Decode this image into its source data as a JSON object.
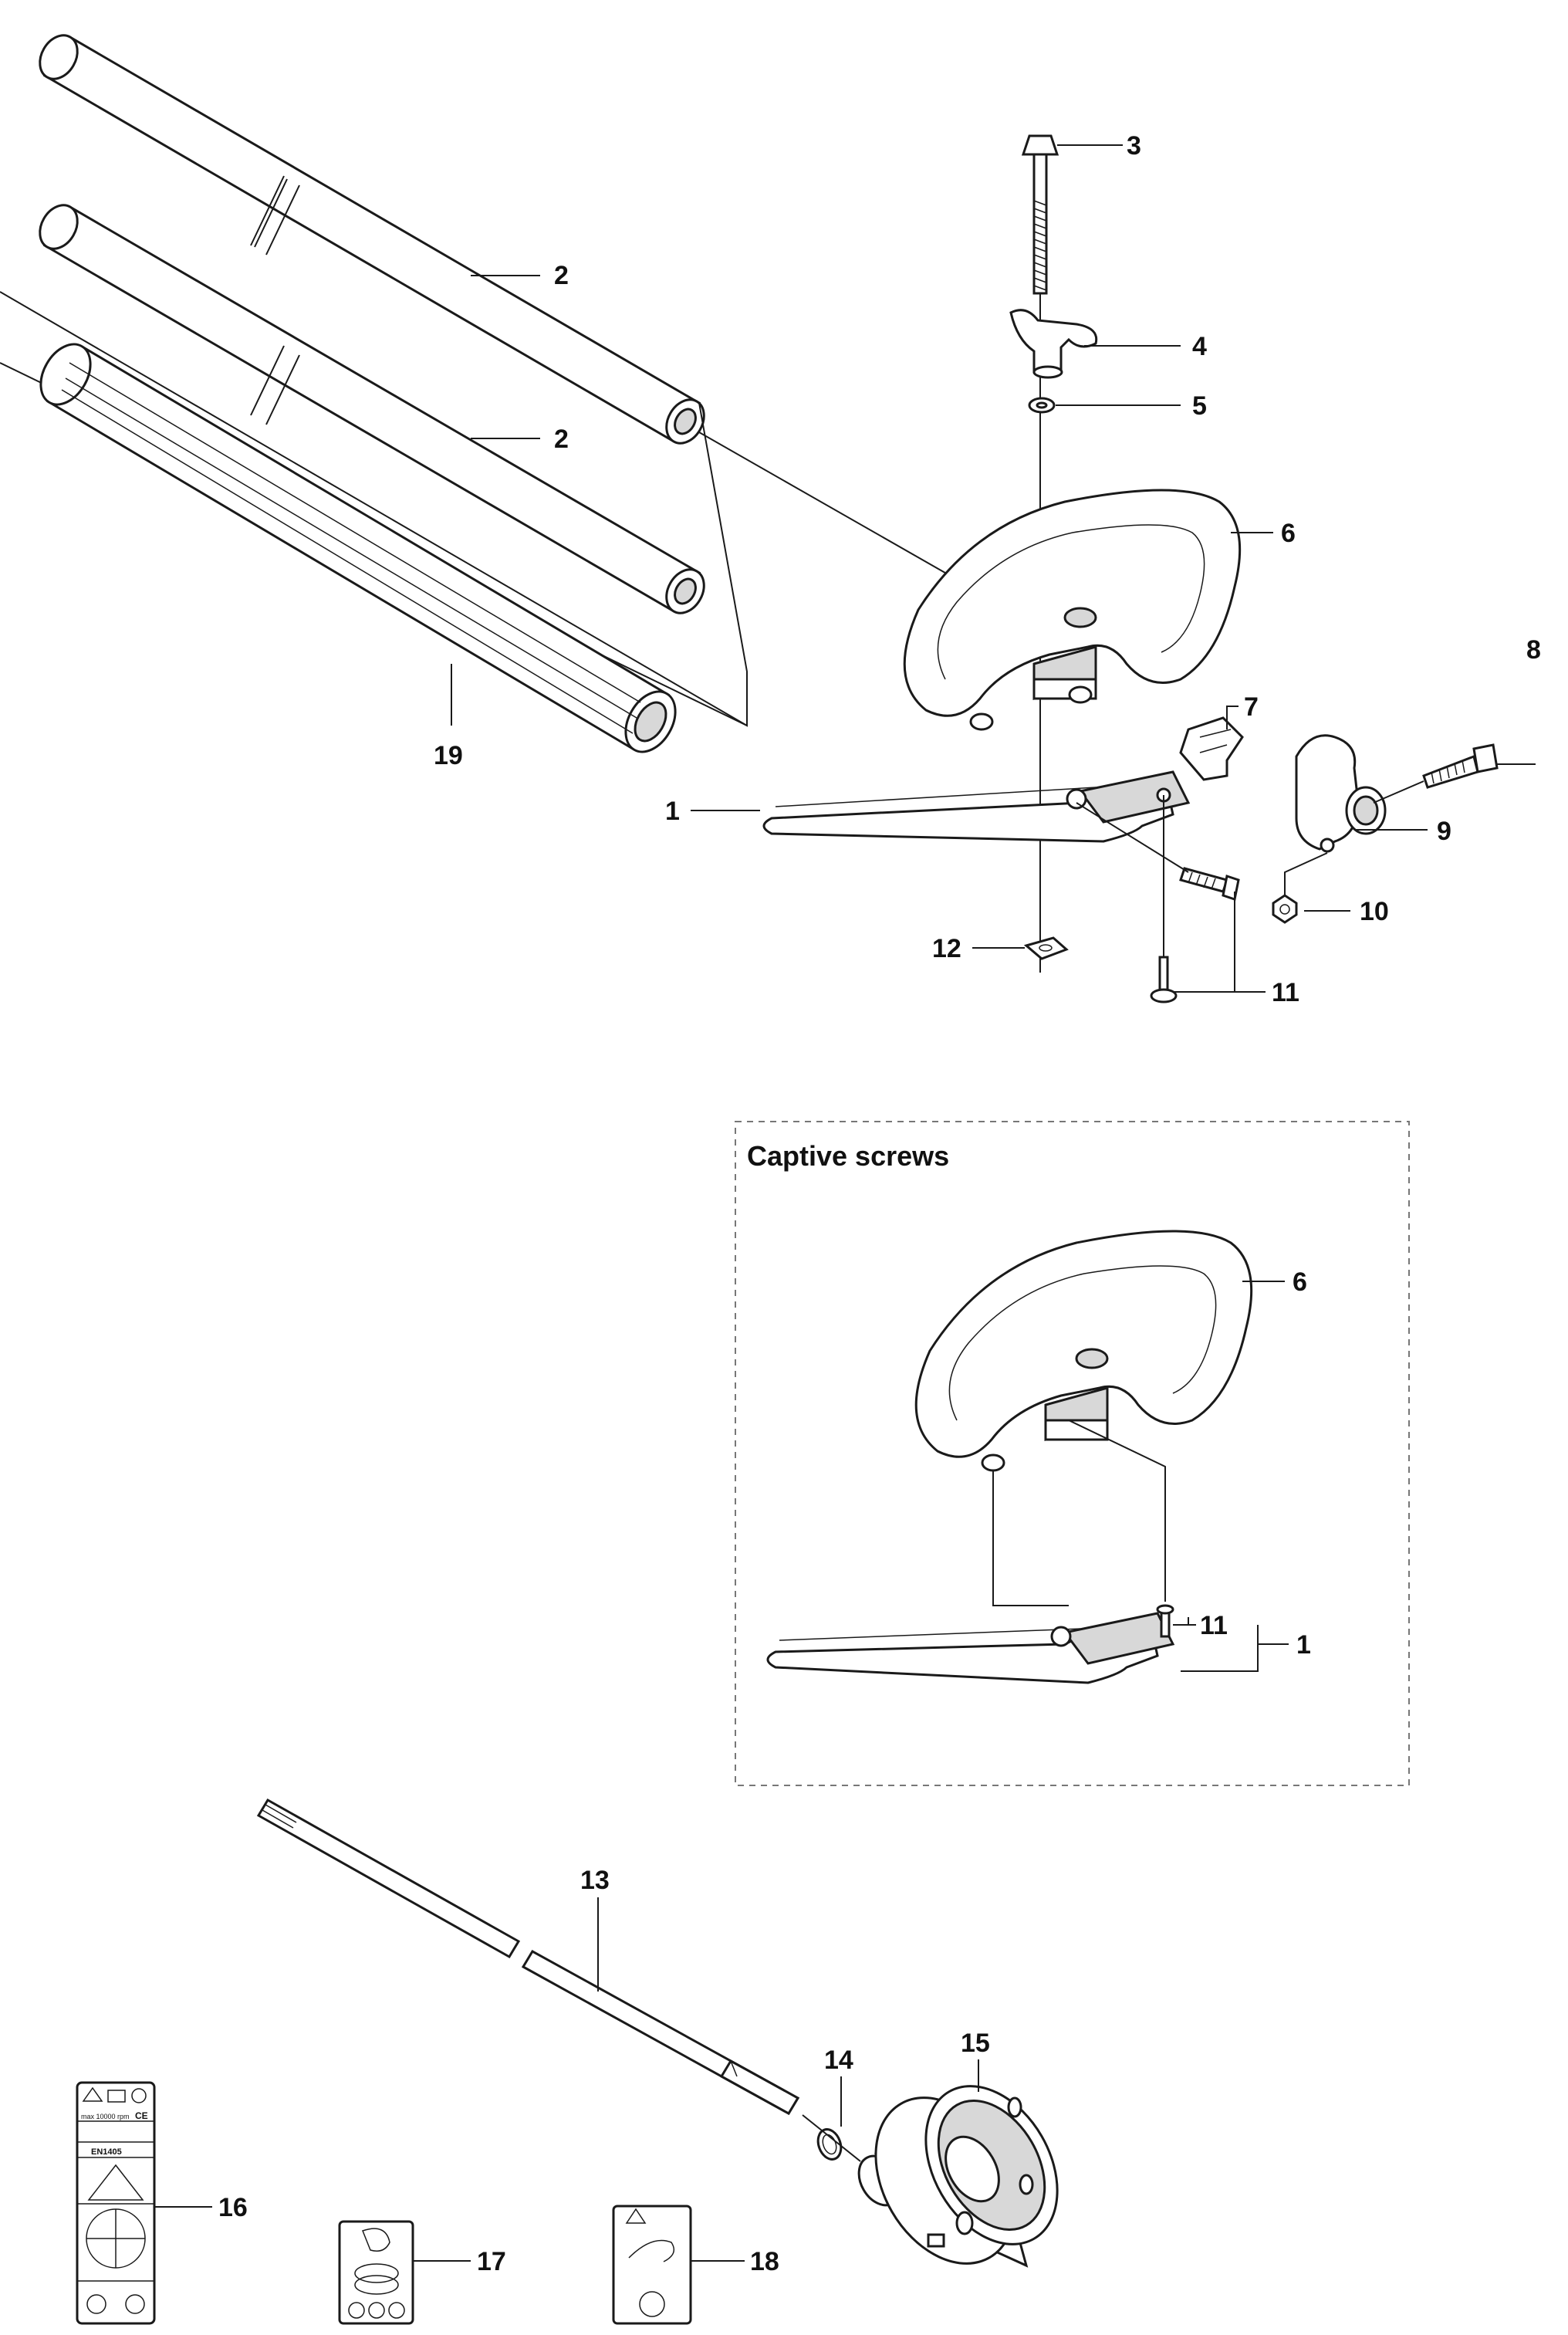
{
  "inset": {
    "title": "Captive screws"
  },
  "callouts": [
    {
      "id": "c3",
      "text": "3"
    },
    {
      "id": "c2a",
      "text": "2"
    },
    {
      "id": "c4",
      "text": "4"
    },
    {
      "id": "c5",
      "text": "5"
    },
    {
      "id": "c2b",
      "text": "2"
    },
    {
      "id": "c6",
      "text": "6"
    },
    {
      "id": "c8",
      "text": "8"
    },
    {
      "id": "c7",
      "text": "7"
    },
    {
      "id": "c19",
      "text": "19"
    },
    {
      "id": "c9",
      "text": "9"
    },
    {
      "id": "c1",
      "text": "1"
    },
    {
      "id": "c10",
      "text": "10"
    },
    {
      "id": "c12",
      "text": "12"
    },
    {
      "id": "c11",
      "text": "11"
    },
    {
      "id": "c6i",
      "text": "6"
    },
    {
      "id": "c11i",
      "text": "11"
    },
    {
      "id": "c1i",
      "text": "1"
    },
    {
      "id": "c13",
      "text": "13"
    },
    {
      "id": "c14",
      "text": "14"
    },
    {
      "id": "c15",
      "text": "15"
    },
    {
      "id": "c16",
      "text": "16"
    },
    {
      "id": "c17",
      "text": "17"
    },
    {
      "id": "c18",
      "text": "18"
    }
  ],
  "decals": {
    "d16": {
      "rpm": "max 10000 rpm",
      "mark": "CE",
      "code": "EN1405"
    }
  }
}
